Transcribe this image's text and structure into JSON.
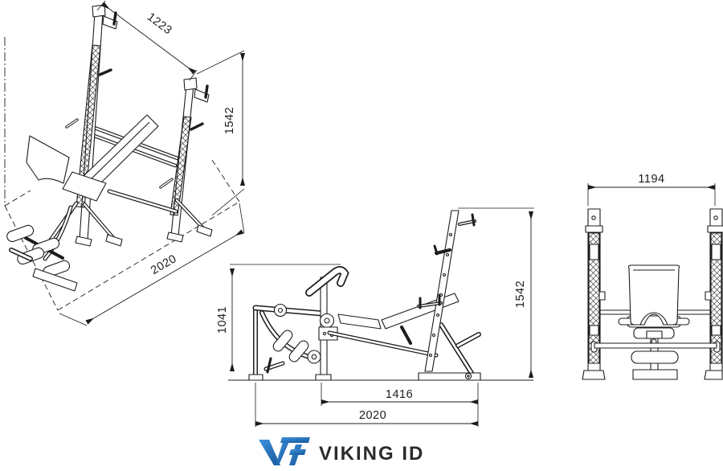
{
  "drawing": {
    "kind": "three-view technical dimension drawing of a multi-station weight bench with barbell rack",
    "units_note": "",
    "views": {
      "isometric": {
        "name": "isometric-view",
        "dims": {
          "rack_width": {
            "label": "1223"
          },
          "rack_height": {
            "label": "1542"
          },
          "floor_depth": {
            "label": "2020"
          }
        }
      },
      "side": {
        "name": "side-view",
        "dims": {
          "front_tower_height": {
            "label": "1041"
          },
          "rack_height": {
            "label": "1542"
          },
          "base_length": {
            "label": "1416"
          },
          "overall_length": {
            "label": "2020"
          }
        }
      },
      "front": {
        "name": "front-view",
        "dims": {
          "overall_width": {
            "label": "1194"
          }
        }
      }
    }
  },
  "branding": {
    "logo_mark": "VF",
    "logo_text": "VIKING ID"
  },
  "colors": {
    "line": "#1c1c1c",
    "background": "#ffffff",
    "logo_blue_light": "#3f93dd",
    "logo_blue_dark": "#1a5ca3",
    "logo_text_color": "#2b2b2b"
  }
}
